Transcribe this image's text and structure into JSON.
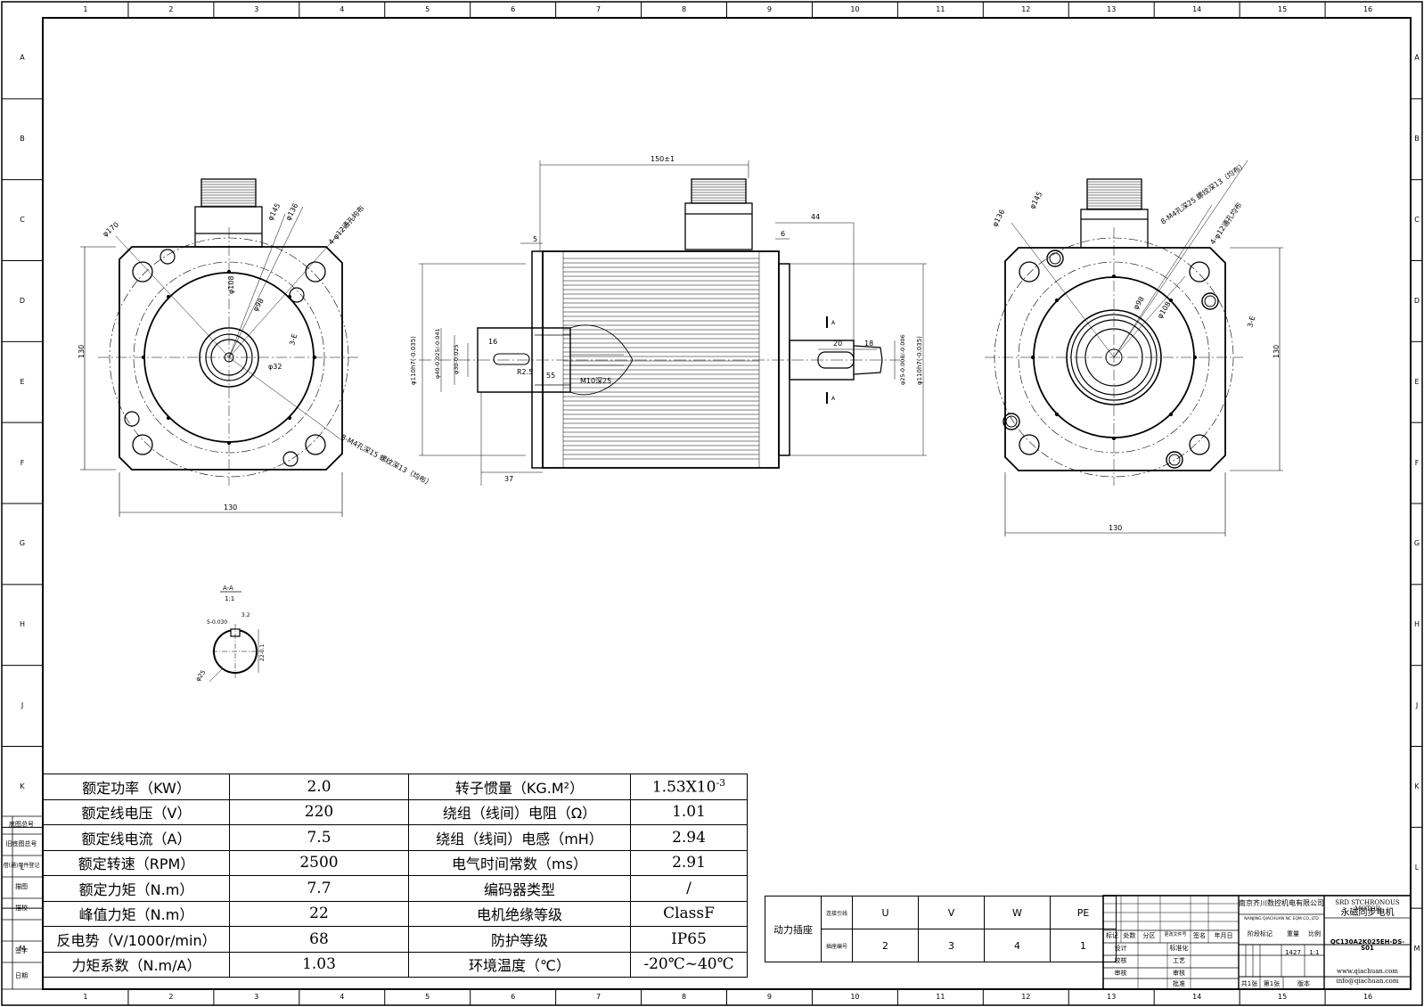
{
  "frame": {
    "columns": [
      "1",
      "2",
      "3",
      "4",
      "5",
      "6",
      "7",
      "8",
      "9",
      "10",
      "11",
      "12",
      "13",
      "14",
      "15",
      "16"
    ],
    "rows": [
      "A",
      "B",
      "C",
      "D",
      "E",
      "F",
      "G",
      "H",
      "J",
      "K",
      "L",
      "M"
    ]
  },
  "dimensions": {
    "front_flange_w": "130",
    "front_flange_h": "130",
    "front_pcd": "φ170",
    "front_phi145": "φ145",
    "front_phi136": "φ136",
    "front_phi108": "φ108",
    "front_phi98": "φ98",
    "front_phi32": "φ32",
    "front_3e": "3-E",
    "front_note_thru": "4-φ12通孔均布",
    "front_note_tap": "8-M4孔深15 螺纹深13（均布）",
    "side_len": "150±1",
    "side_5": "5",
    "side_44": "44",
    "side_6": "6",
    "side_phi110_l": "φ110h7(-0.035)",
    "side_phi40": "φ40-0.025/-0.041",
    "side_phi30": "φ30-0.025",
    "side_16": "16",
    "side_r25": "R2.5",
    "side_55": "55",
    "side_m10": "M10深25",
    "side_37": "37",
    "side_20": "20",
    "side_18": "18",
    "side_phi25": "φ25-0.008/-0.006",
    "side_phi110_r": "φ110h7(-0.035)",
    "section_a_left": "A",
    "section_a_right": "A",
    "rear_flange_w": "130",
    "rear_flange_h": "130",
    "rear_phi136": "φ136",
    "rear_phi145": "φ145",
    "rear_phi98": "φ98",
    "rear_phi108": "φ108",
    "rear_3e": "3-E",
    "rear_note_tap": "8-M4孔深25 螺纹深13（均布）",
    "rear_note_thru": "4-φ12通孔均布",
    "sec_title": "A-A",
    "sec_scale": "1:1",
    "sec_5": "5-0.030",
    "sec_32": "3.2",
    "sec_22": "22-0.1",
    "sec_phi25": "φ25"
  },
  "specs": [
    {
      "label": "额定功率（KW）",
      "value": "2.0",
      "label2": "转子惯量（KG.M²）",
      "value2": "1.53X10",
      "sup2": "-3"
    },
    {
      "label": "额定线电压（V）",
      "value": "220",
      "label2": "绕组（线间）电阻（Ω）",
      "value2": "1.01",
      "sup2": ""
    },
    {
      "label": "额定线电流（A）",
      "value": "7.5",
      "label2": "绕组（线间）电感（mH）",
      "value2": "2.94",
      "sup2": ""
    },
    {
      "label": "额定转速（RPM）",
      "value": "2500",
      "label2": "电气时间常数（ms）",
      "value2": "2.91",
      "sup2": ""
    },
    {
      "label": "额定力矩（N.m）",
      "value": "7.7",
      "label2": "编码器类型",
      "value2": "/",
      "sup2": ""
    },
    {
      "label": "峰值力矩（N.m）",
      "value": "22",
      "label2": "电机绝缘等级",
      "value2": "ClassF",
      "sup2": ""
    },
    {
      "label": "反电势（V/1000r/min）",
      "value": "68",
      "label2": "防护等级",
      "value2": "IP65",
      "sup2": ""
    },
    {
      "label": "力矩系数（N.m/A）",
      "value": "1.03",
      "label2": "环境温度（℃）",
      "value2": "-20℃~40℃",
      "sup2": ""
    }
  ],
  "wiring": {
    "title": "动力插座",
    "row1_label": "连接引线",
    "row2_label": "插座编号",
    "pins": [
      "U",
      "V",
      "W",
      "PE"
    ],
    "numbers": [
      "2",
      "3",
      "4",
      "1"
    ]
  },
  "titleblock": {
    "company_cn": "南京齐川数控机电有限公司",
    "company_en": "NANJING QIACHUAN NC EQM CO.,LTD",
    "product_en": "SRD STCHRONOUS MOTOR",
    "product_cn": "永磁同步电机",
    "drawing_no": "QC130A2K025EH-DS-S01",
    "website": "www.qiachuan.com",
    "email": "info@qiachuan.com",
    "stage_label": "阶段标记",
    "weight_label": "重量",
    "scale_label": "比例",
    "weight": "1427",
    "scale": "1:1",
    "sheets": "共1张",
    "sheet_no": "第1张",
    "version": "版本",
    "h_mark": "标记",
    "h_count": "处数",
    "h_zone": "分区",
    "h_doc": "更改文件号",
    "h_sign": "签名",
    "h_date": "年月日",
    "r_design": "设计",
    "r_check": "校核",
    "r_review": "审核",
    "r_std": "标准化",
    "r_process": "工艺",
    "r_audit": "审核",
    "r_approve": "批准"
  },
  "side_labels": [
    "底图总号",
    "旧底图总号",
    "借(通)用件登记",
    "描图",
    "描校",
    "签字",
    "日期"
  ]
}
